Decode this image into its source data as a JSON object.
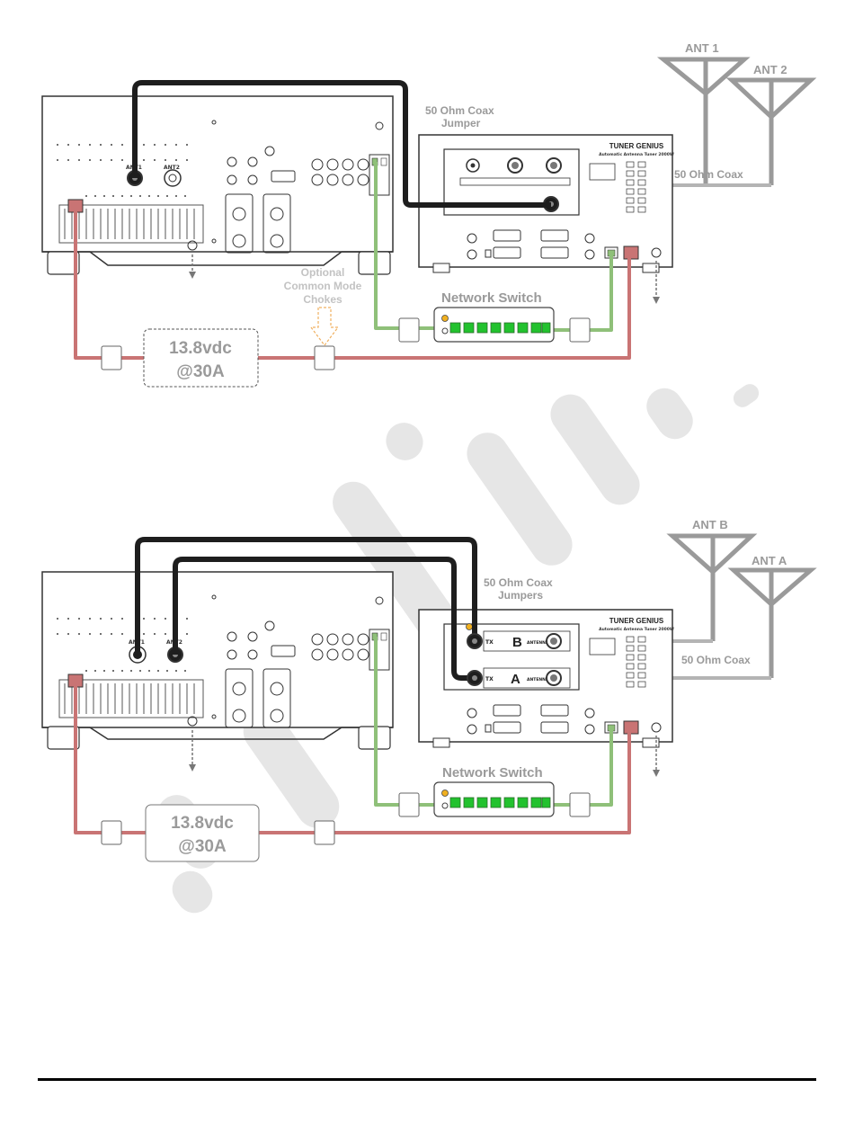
{
  "colors": {
    "coax_black": "#1e1e1e",
    "antenna_gray": "#9a9a9a",
    "ethernet_green": "#8fc079",
    "power_red": "#c97474",
    "switch_led_green": "#22c22e",
    "choke_arrow_orange": "#f0b060",
    "label_gray": "#9a9a9a",
    "watermark": "#e6e6e6"
  },
  "diagram_top": {
    "antenna_1": "ANT 1",
    "antenna_2": "ANT 2",
    "coax_jumper_line1": "50 Ohm Coax",
    "coax_jumper_line2": "Jumper",
    "coax_label": "50 Ohm Coax",
    "tuner_name": "TUNER GENIUS",
    "tuner_subtitle": "Automatic Antenna Tuner 2000W",
    "radio_ant1": "ANT1",
    "radio_ant2": "ANT2",
    "network_switch": "Network Switch",
    "chokes_line1": "Optional",
    "chokes_line2": "Common Mode",
    "chokes_line3": "Chokes",
    "power_line1": "13.8vdc",
    "power_line2": "@30A"
  },
  "diagram_bottom": {
    "antenna_b": "ANT B",
    "antenna_a": "ANT A",
    "coax_jumpers_line1": "50 Ohm Coax",
    "coax_jumpers_line2": "Jumpers",
    "coax_label": "50 Ohm Coax",
    "tuner_name": "TUNER GENIUS",
    "tuner_subtitle": "Automatic Antenna Tuner 2000W",
    "radio_ant1": "ANT1",
    "radio_ant2": "ANT2",
    "port_b": "B",
    "port_a": "A",
    "port_tx": "TX",
    "port_antenna": "ANTENNA",
    "network_switch": "Network Switch",
    "power_line1": "13.8vdc",
    "power_line2": "@30A"
  }
}
